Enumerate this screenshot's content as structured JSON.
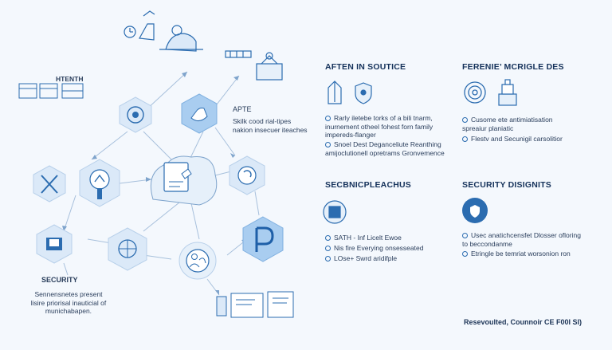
{
  "left_labels": {
    "top_small": "HTENTH",
    "apte_title": "APTE",
    "apte_text": "Skilk cood rial-tipes nakion insecuer iteaches",
    "security_title": "SECURITY",
    "security_text": "Sennensnetes present lisire priorisal inauticial of munichabapen."
  },
  "sections": {
    "top_left": {
      "title": "AFTEN IN SOUTICE",
      "bullets": [
        "Rarly iletebe torks of a bili tnarm, inurnement otheel fohest forn family impereds-flanger",
        "Snoel Dest Deganceliute Reanthing amijoclutionell opretrams Gronvemence"
      ]
    },
    "top_right": {
      "title": "FERENIE’ MCRIGLE DES",
      "bullets": [
        "Cusome ete antimiatisation spreaiur planiatic",
        "Flestv and Secunigil carsolitior"
      ]
    },
    "bottom_left": {
      "title": "SECBNICPLEACHUS",
      "bullets": [
        "SATH - Inf Licelt Ewoe",
        "Nis fire Everying onsesseated",
        "LOse+ Swrd aridifple"
      ]
    },
    "bottom_right": {
      "title": "SECURITY DISIGNITS",
      "bullets": [
        "Usec anatichcensfet Dlosser ofloring to beccondanme",
        "Etringle be temriat worsonion ron"
      ]
    }
  },
  "footer": "Resevoulted, Counnoir CE F00I SI)",
  "colors": {
    "accent": "#2b6cb0",
    "hex_fill": "#dbe9f8",
    "hex_highlight": "#a9cdf0",
    "line": "#9bb8d8"
  }
}
